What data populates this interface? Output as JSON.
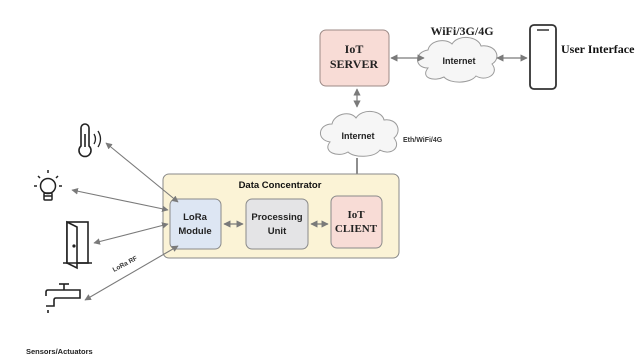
{
  "server": {
    "line1": "IoT",
    "line2": "SERVER"
  },
  "top_network": {
    "label": "WiFi/3G/4G",
    "cloud": "Internet"
  },
  "user_interface": {
    "label": "User Interface"
  },
  "middle_network": {
    "cloud": "Internet",
    "label": "Eth/WiFi/4G"
  },
  "concentrator": {
    "title": "Data Concentrator",
    "lora": {
      "line1": "LoRa",
      "line2": "Module"
    },
    "processing": {
      "line1": "Processing",
      "line2": "Unit"
    },
    "client": {
      "line1": "IoT",
      "line2": "CLIENT"
    }
  },
  "lora_rf_label": "LoRa RF",
  "devices": [
    {
      "name": "thermometer-icon"
    },
    {
      "name": "light-bulb-icon"
    },
    {
      "name": "door-icon"
    },
    {
      "name": "faucet-icon"
    }
  ],
  "sensors_label": "Sensors/Actuators",
  "colors": {
    "server_fill": "#f8dcd6",
    "concentrator_fill": "#fbf3d6",
    "lora_fill": "#dde6f3",
    "processing_fill": "#e4e4e6",
    "client_fill": "#f8dcd6"
  }
}
